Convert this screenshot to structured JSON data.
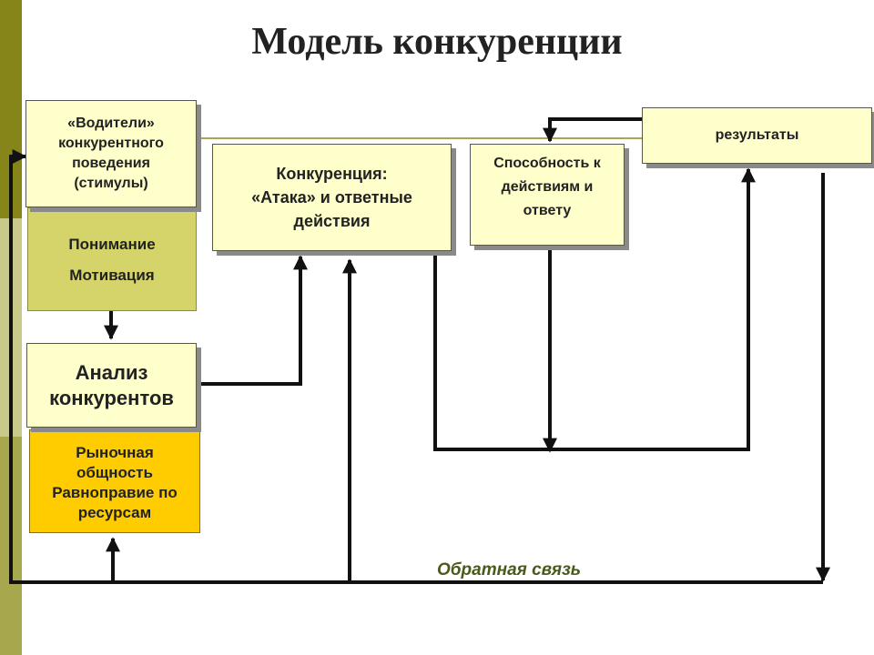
{
  "title": "Модель конкуренции",
  "boxes": {
    "drivers": [
      "«Водители»",
      "конкурентного",
      "поведения",
      "(стимулы)"
    ],
    "competition": [
      "Конкуренция:",
      "«Атака» и ответные",
      "действия"
    ],
    "capability": [
      "Способность к",
      "действиям и",
      "ответу"
    ],
    "results": [
      "результаты"
    ],
    "analysis": [
      "Анализ",
      "конкурентов"
    ]
  },
  "panels": {
    "understanding": [
      "Понимание",
      "Мотивация"
    ],
    "market": [
      "Рыночная",
      "общность",
      "Равноправие по",
      "ресурсам"
    ]
  },
  "feedback_label": "Обратная связь",
  "colors": {
    "box_fill": "#ffffcc",
    "understanding_fill": "#d4d46a",
    "market_fill": "#ffcc00",
    "feedback_text": "#4a5a1a"
  }
}
